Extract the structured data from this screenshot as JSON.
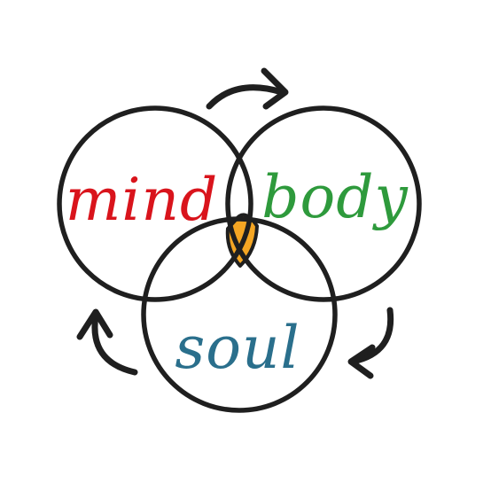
{
  "labels": {
    "mind": "mind",
    "body": "body",
    "soul": "soul"
  },
  "colors": {
    "mind": "#d9141c",
    "body": "#2e9a3c",
    "soul": "#2a6f8c",
    "center": "#f5a623",
    "outline": "#1f1f1f"
  },
  "icons": [
    "arrow-right-curved-icon",
    "arrow-down-curved-icon",
    "arrow-up-curved-icon"
  ]
}
